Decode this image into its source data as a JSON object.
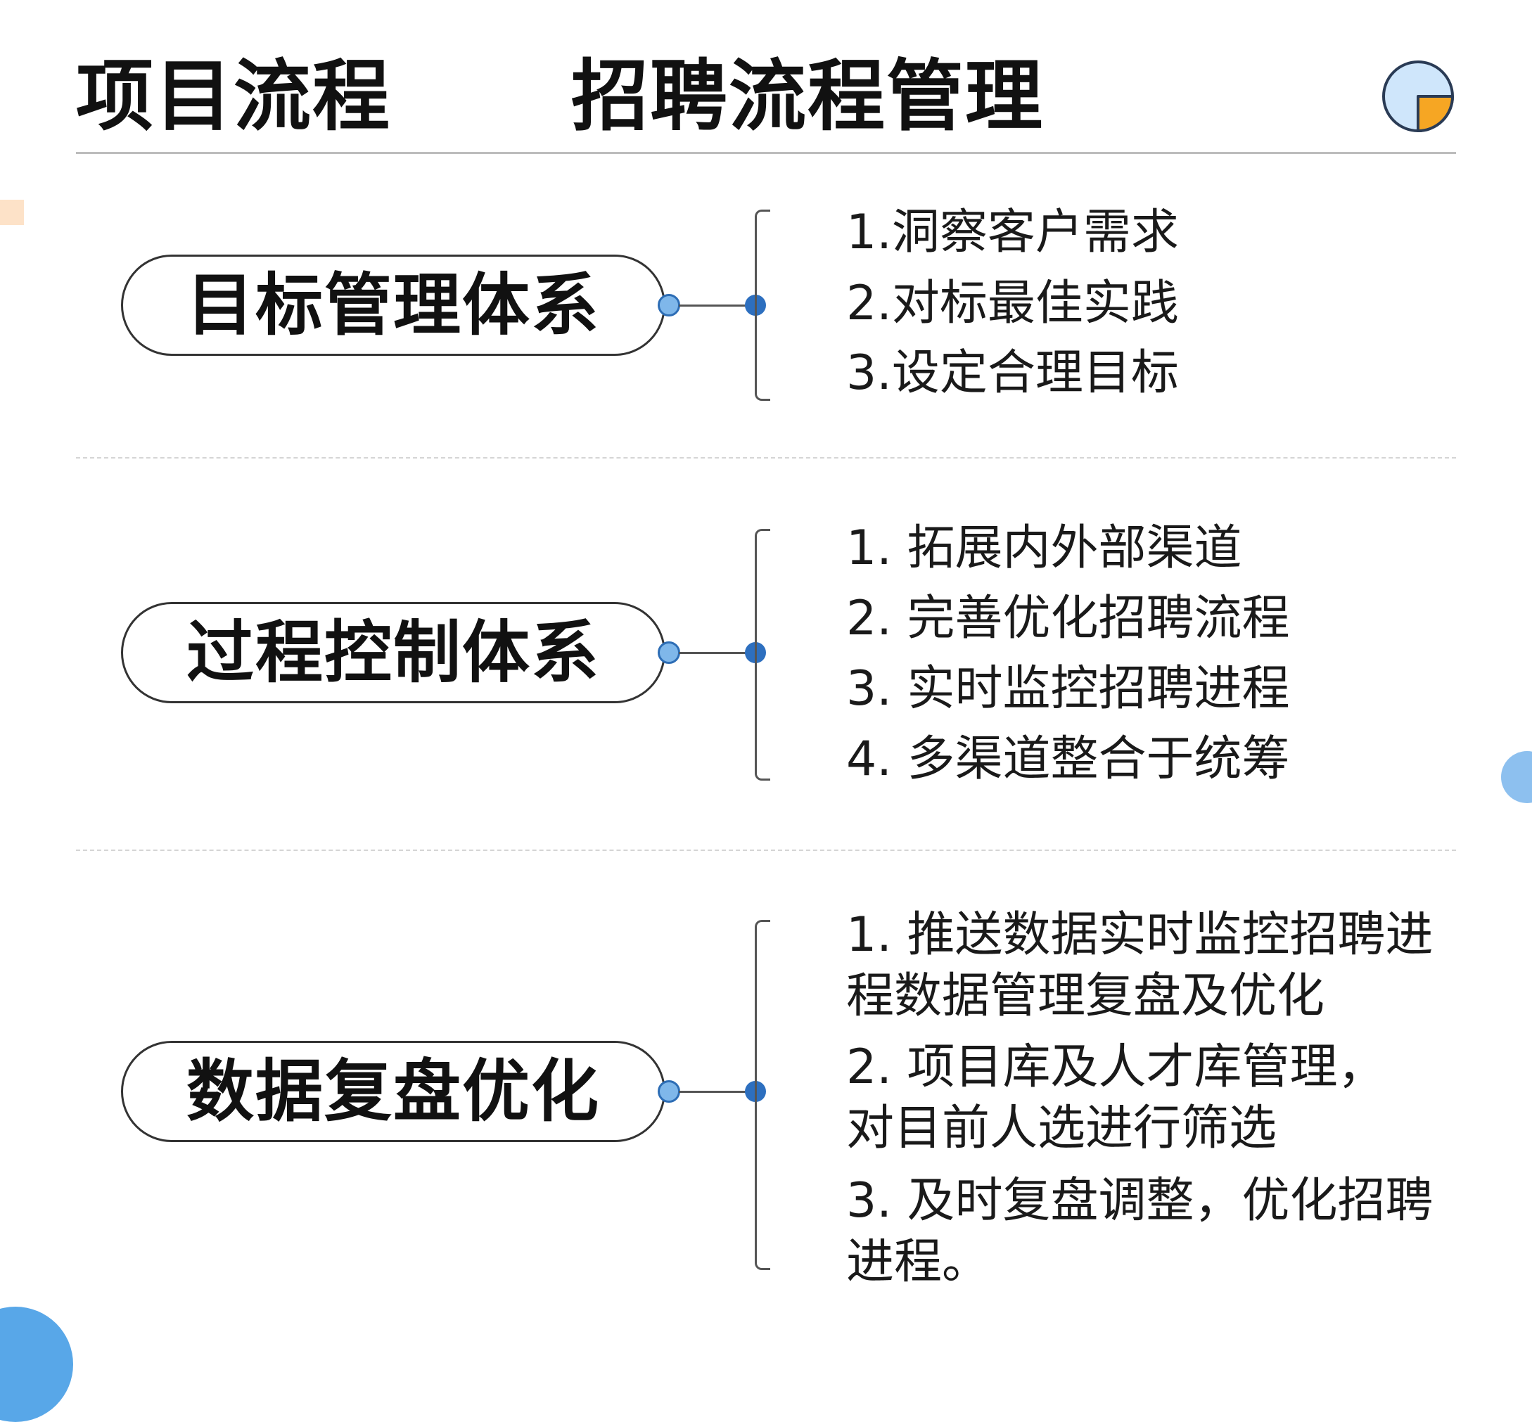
{
  "header": {
    "left_title": "项目流程",
    "center_title": "招聘流程管理"
  },
  "sections": [
    {
      "title": "目标管理体系",
      "items": [
        "1.洞察客户需求",
        "2.对标最佳实践",
        "3.设定合理目标"
      ]
    },
    {
      "title": "过程控制体系",
      "items": [
        "1. 拓展内外部渠道",
        "2. 完善优化招聘流程",
        "3. 实时监控招聘进程",
        "4. 多渠道整合于统筹"
      ]
    },
    {
      "title": "数据复盘优化",
      "items": [
        "1. 推送数据实时监控招聘进\n程数据管理复盘及优化",
        "2. 项目库及人才库管理，\n对目前人选进行筛选",
        "3. 及时复盘调整，优化招聘\n进程。"
      ]
    }
  ],
  "colors": {
    "node_light": "#7fb7ea",
    "node_dark": "#2d6fbf",
    "pie_blue": "#cfe6fb",
    "pie_orange": "#f6a623",
    "accent_peach": "#fde2c8",
    "accent_blue": "#58a7e8"
  },
  "icons": {
    "corner": "pie-chart-icon"
  }
}
